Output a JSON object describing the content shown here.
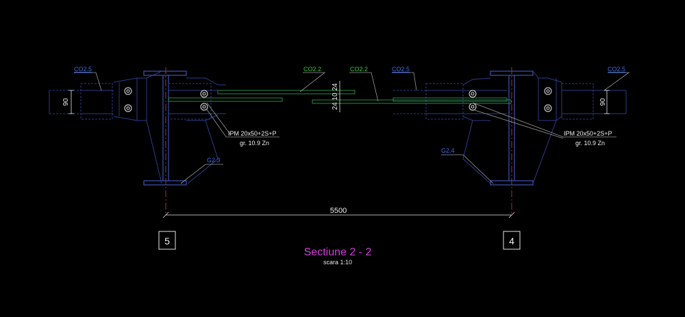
{
  "colors": {
    "background": "#000000",
    "steel": "#2c3c8c",
    "steel_light": "#3a4ea8",
    "bracing": "#2a8a4a",
    "dim": "#e8e8e8",
    "axis": "#b03030",
    "title": "#d63adf",
    "label_blue": "#3d6be0",
    "label_green": "#38c838",
    "white": "#f0f0f0",
    "gray": "#9a9a9a"
  },
  "labels": {
    "co_left_outer": "CO2.5",
    "co_mid_green_left": "CO2.2",
    "co_mid_green_right": "CO2.2",
    "co_right_inner": "CO2.5",
    "co_right_outer": "CO2.5",
    "g_left": "G2.3",
    "g_right": "G2.4",
    "bolt_left_line1": "IPM 20x50+2S+P",
    "bolt_left_line2": "gr. 10.9 Zn",
    "bolt_right_line1": "IPM 20x50+2S+P",
    "bolt_right_line2": "gr. 10.9 Zn"
  },
  "dimensions": {
    "span": "5500",
    "left_depth": "90",
    "right_depth": "90",
    "vertical_stack": "24 10 24"
  },
  "axes": {
    "left": "5",
    "right": "4"
  },
  "title": {
    "main": "Sectiune 2 - 2",
    "scale": "scara 1:10"
  }
}
